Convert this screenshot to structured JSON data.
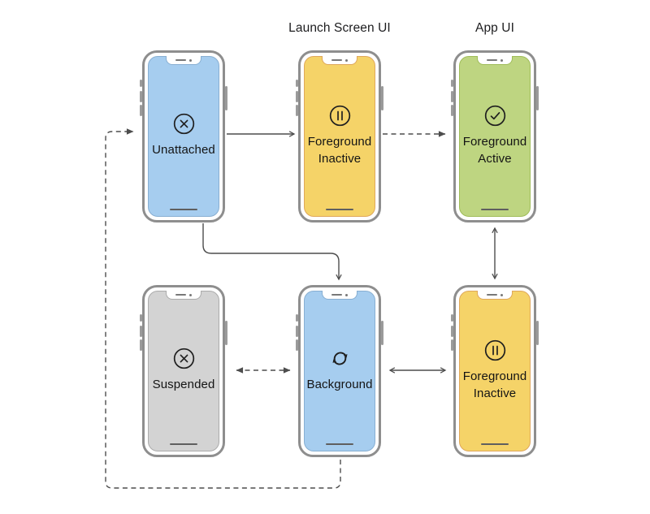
{
  "headers": [
    {
      "id": "launch-screen-ui",
      "label": "Launch Screen UI"
    },
    {
      "id": "app-ui",
      "label": "App UI"
    }
  ],
  "phones": [
    {
      "id": "unattached",
      "label": "Unattached",
      "icon": "x-circle",
      "screen_color": "#A6CDEF",
      "screen_border": "#88AFD2"
    },
    {
      "id": "foreground-inactive-top",
      "label": "Foreground Inactive",
      "icon": "pause-circle",
      "screen_color": "#F5D368",
      "screen_border": "#DFA75B"
    },
    {
      "id": "foreground-active",
      "label": "Foreground Active",
      "icon": "check-circle",
      "screen_color": "#BED581",
      "screen_border": "#9FBC59"
    },
    {
      "id": "suspended",
      "label": "Suspended",
      "icon": "x-circle",
      "screen_color": "#D3D3D3",
      "screen_border": "#ABABAB"
    },
    {
      "id": "background",
      "label": "Background",
      "icon": "refresh",
      "screen_color": "#A6CDEF",
      "screen_border": "#88AFD2"
    },
    {
      "id": "foreground-inactive-bottom",
      "label": "Foreground Inactive",
      "icon": "pause-circle",
      "screen_color": "#F5D368",
      "screen_border": "#DFA75B"
    }
  ],
  "transitions": [
    {
      "from": "unattached",
      "to": "foreground-inactive-top",
      "style": "solid",
      "bidirectional": false
    },
    {
      "from": "foreground-inactive-top",
      "to": "foreground-active",
      "style": "dashed",
      "bidirectional": false
    },
    {
      "from": "unattached",
      "to": "background",
      "style": "solid",
      "bidirectional": false
    },
    {
      "from": "foreground-active",
      "to": "foreground-inactive-bottom",
      "style": "solid",
      "bidirectional": true
    },
    {
      "from": "suspended",
      "to": "background",
      "style": "dashed",
      "bidirectional": true
    },
    {
      "from": "background",
      "to": "foreground-inactive-bottom",
      "style": "solid",
      "bidirectional": true
    },
    {
      "from": "background",
      "to": "unattached",
      "style": "dashed",
      "bidirectional": false
    }
  ],
  "colors": {
    "arrow": "#4d4d4d",
    "frame": "#8e8e8e",
    "text": "#1d1d1f",
    "background": "#ffffff"
  }
}
